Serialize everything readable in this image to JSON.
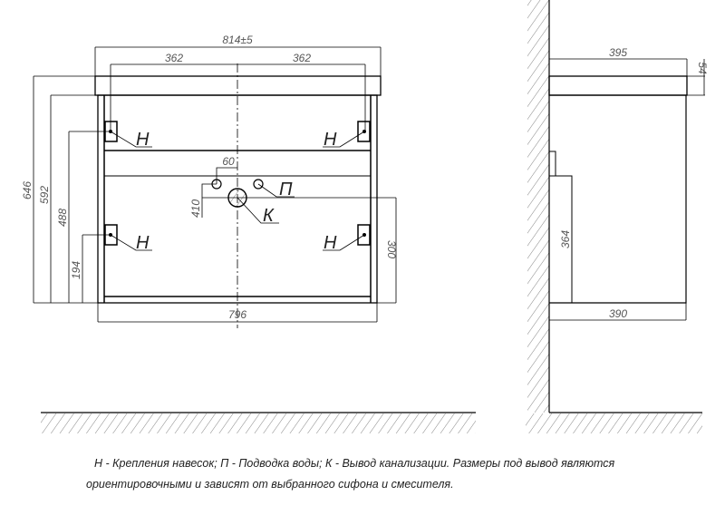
{
  "front_view": {
    "dims": {
      "overall_top": "814±5",
      "left_half": "362",
      "right_half": "362",
      "h646": "646",
      "h592": "592",
      "h488": "488",
      "h194": "194",
      "bottom_width": "796",
      "pipe_spacing": "60",
      "pipe_height": "410",
      "drain_height": "300"
    },
    "labels": {
      "mount": "Н",
      "water": "П",
      "drain": "К"
    }
  },
  "side_view": {
    "dims": {
      "top_depth": "395",
      "top_thickness": "54",
      "bottom_depth": "390",
      "inner_height": "364"
    }
  },
  "notes": {
    "line1": "Н - Крепления навесок; П - Подводка воды; К - Вывод канализации. Размеры под вывод являются",
    "line2": "ориентировочными и зависят от выбранного сифона и смесителя."
  }
}
